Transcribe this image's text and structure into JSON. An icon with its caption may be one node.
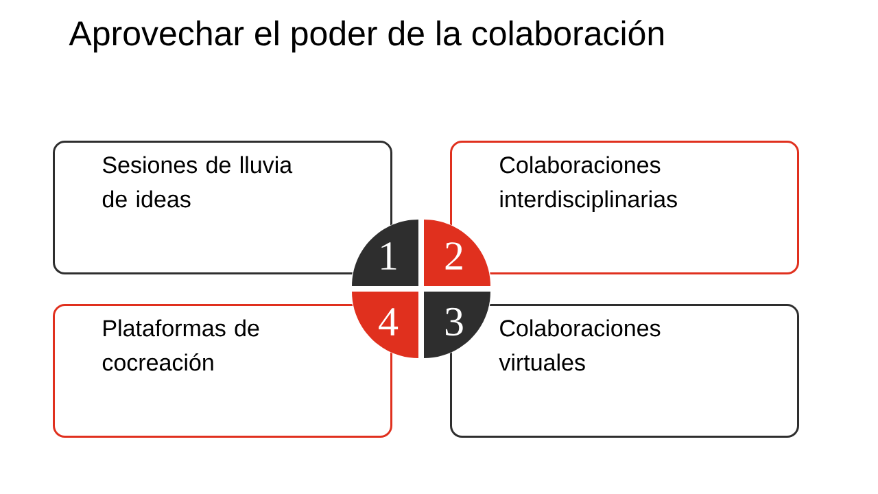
{
  "diagram": {
    "title": "Aprovechar el poder de la colaboración",
    "nodes": [
      {
        "text": [
          "Sesiones de lluvia de ideas"
        ]
      },
      {
        "text": [
          "Colaboraciones interdisciplinarias"
        ]
      },
      {
        "text": [
          "Plataformas de cocreación"
        ]
      },
      {
        "text": [
          "Colaboraciones virtuales"
        ]
      },
      {
        "text": [
          "1"
        ]
      },
      {
        "text": [
          "2"
        ]
      },
      {
        "text": [
          "4"
        ]
      },
      {
        "text": [
          "3"
        ]
      }
    ]
  }
}
